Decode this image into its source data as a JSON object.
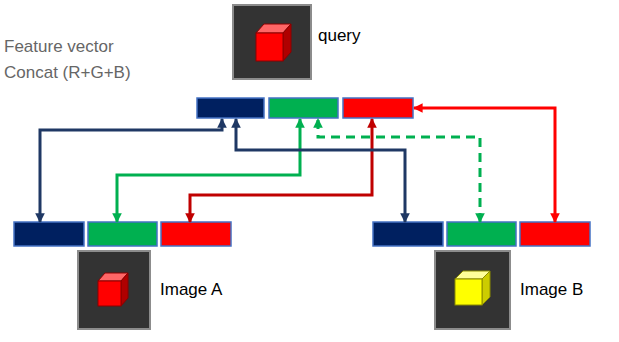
{
  "diagram": {
    "nodes": [
      {
        "text": [
          "query"
        ]
      },
      {
        "text": [
          "Image A"
        ]
      },
      {
        "text": [
          "Image B"
        ]
      }
    ],
    "edges": [
      {
        "from": 1,
        "to": 0,
        "arrow": "both"
      },
      {
        "from": 1,
        "to": 0,
        "arrow": "both"
      },
      {
        "from": 1,
        "to": 0,
        "arrow": "both"
      },
      {
        "from": 2,
        "to": 0,
        "arrow": "both"
      },
      {
        "from": 2,
        "to": 0,
        "arrow": "both"
      },
      {
        "from": 2,
        "to": 0,
        "arrow": "both"
      }
    ],
    "labels": [
      "Feature vector Concat (R+G+B)"
    ]
  }
}
